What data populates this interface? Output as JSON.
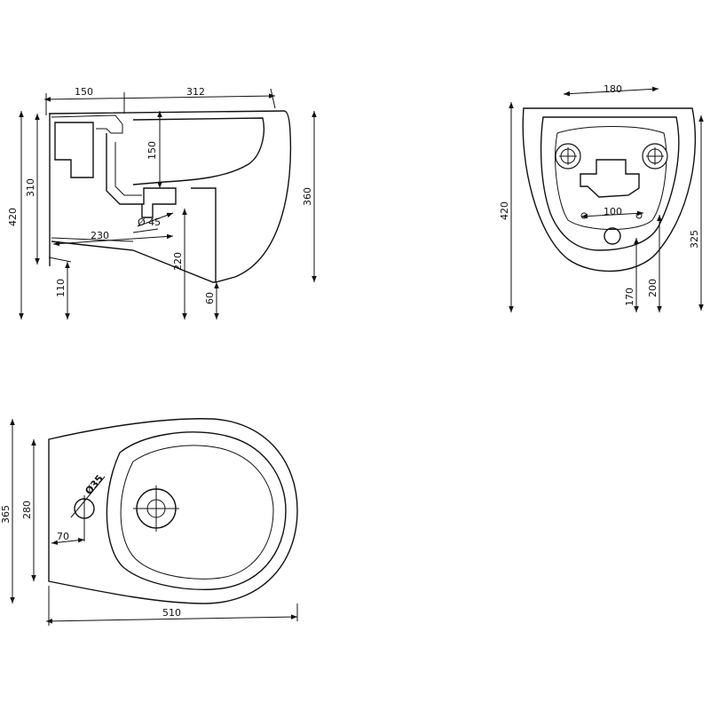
{
  "side_view": {
    "dim_top_left": "150",
    "dim_top_right": "312",
    "dim_height_outer": "420",
    "dim_height_inner": "310",
    "dim_trap_height": "150",
    "dim_outlet": "Ø 45",
    "dim_depth": "230",
    "dim_floor": "220",
    "dim_bottom": "110",
    "dim_rear": "60",
    "dim_total_height": "360"
  },
  "rear_view": {
    "dim_top": "180",
    "dim_height": "420",
    "dim_holes": "100",
    "dim_right": "325",
    "dim_bottom_a": "170",
    "dim_bottom_b": "200"
  },
  "top_view": {
    "dim_outer_height": "365",
    "dim_inner_height": "280",
    "dim_tap_hole": "Ø35",
    "dim_tap_offset": "70",
    "dim_total_length": "510"
  }
}
